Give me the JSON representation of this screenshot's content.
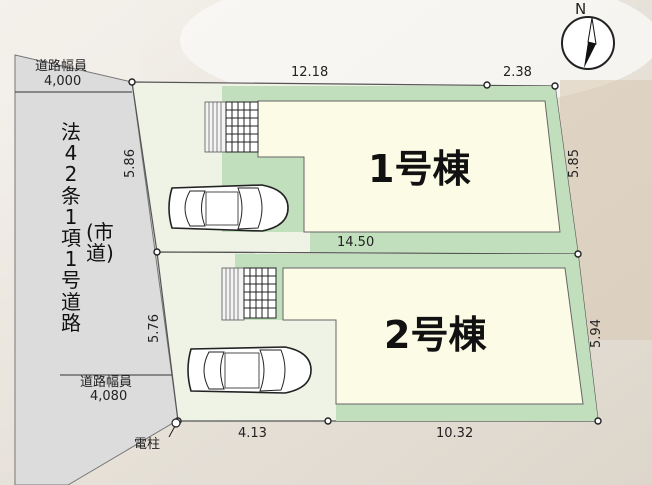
{
  "compass": {
    "letter": "N"
  },
  "road": {
    "width_top_label": "道路幅員",
    "width_top_value": "4,000",
    "width_bottom_label": "道路幅員",
    "width_bottom_value": "4,080",
    "col1": "法42条1項1号道路",
    "col2": "(市道)"
  },
  "utility_pole": "電柱",
  "buildings": [
    {
      "label": "1号棟"
    },
    {
      "label": "2号棟"
    }
  ],
  "dimensions": {
    "top_a": "12.18",
    "top_b": "2.38",
    "left_1": "5.86",
    "right_1": "5.85",
    "middle": "14.50",
    "left_2": "5.76",
    "right_2": "5.94",
    "bottom_a": "4.13",
    "bottom_b": "10.32"
  },
  "colors": {
    "lot_fill": "#eef3e6",
    "building_fill": "#fbfbe6",
    "green_strip": "#c2dfbd",
    "road_fill": "#dcdcdc"
  }
}
